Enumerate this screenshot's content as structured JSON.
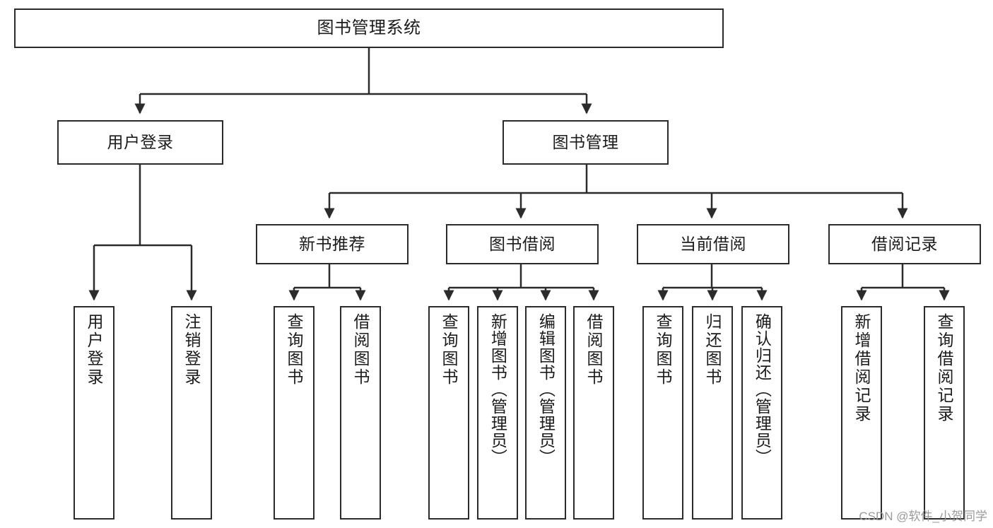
{
  "diagram": {
    "type": "tree",
    "title": "图书管理系统",
    "orientation": "top-down",
    "colors": {
      "box_border": "#2b2b2b",
      "box_fill": "#ffffff",
      "edge": "#2b2b2b",
      "text": "#1b1b1b",
      "watermark": "#9a9a9a",
      "background": "#ffffff"
    }
  },
  "watermark": {
    "text": "CSDN @软件_小贺同学"
  },
  "nodes": {
    "root": {
      "label": "图书管理系统"
    },
    "level2": [
      {
        "label": "用户登录"
      },
      {
        "label": "图书管理"
      }
    ],
    "level3": [
      {
        "label": "新书推荐"
      },
      {
        "label": "图书借阅"
      },
      {
        "label": "当前借阅"
      },
      {
        "label": "借阅记录"
      }
    ],
    "leaves": {
      "user_login": [
        {
          "label": "用户登录"
        },
        {
          "label": "注销登录"
        }
      ],
      "new_book_recommend": [
        {
          "label": "查询图书"
        },
        {
          "label": "借阅图书"
        }
      ],
      "book_borrow": [
        {
          "label": "查询图书"
        },
        {
          "label": "新增图书（管理员）"
        },
        {
          "label": "编辑图书（管理员）"
        },
        {
          "label": "借阅图书"
        }
      ],
      "current_borrow": [
        {
          "label": "查询图书"
        },
        {
          "label": "归还图书"
        },
        {
          "label": "确认归还（管理员）"
        }
      ],
      "borrow_record": [
        {
          "label": "新增借阅记录"
        },
        {
          "label": "查询借阅记录"
        }
      ]
    }
  }
}
